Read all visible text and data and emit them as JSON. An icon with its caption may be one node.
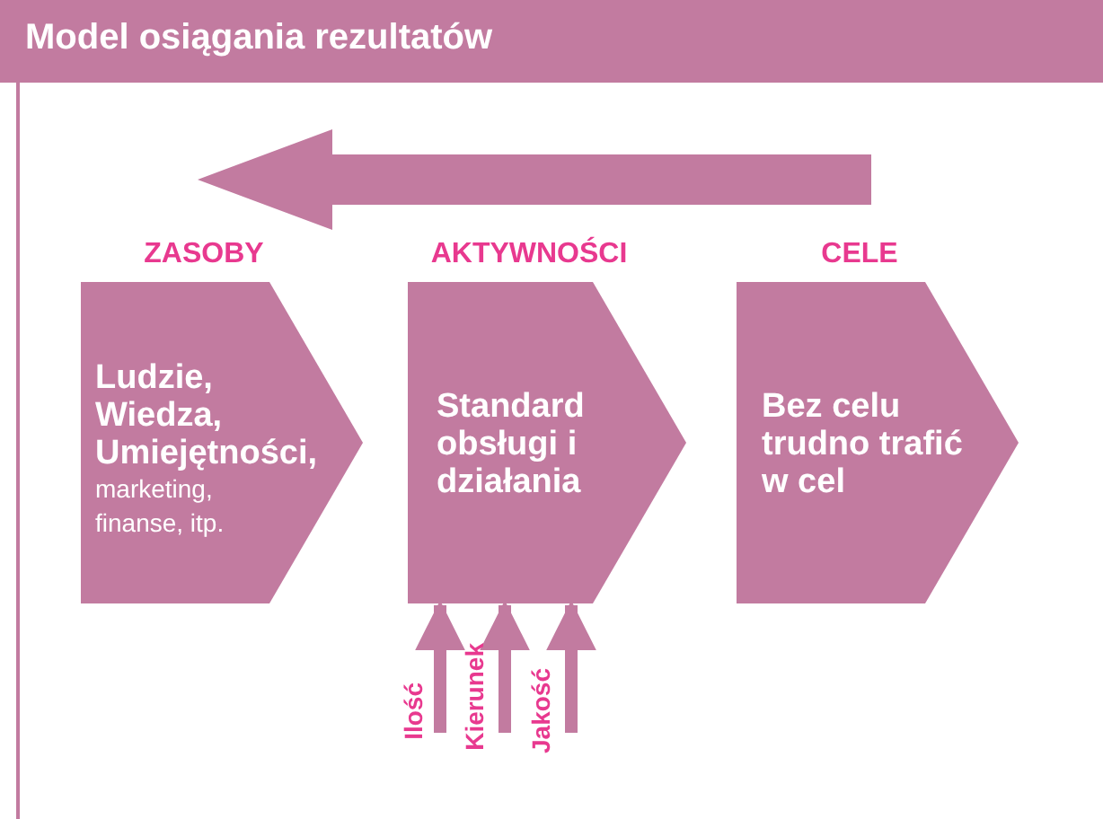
{
  "diagram": {
    "title": "Model osiągania rezultatów",
    "nodes": [
      {
        "text": [
          "ZASOBY",
          "Ludzie, Wiedza, Umiejętności,",
          "marketing, finanse, itp."
        ]
      },
      {
        "text": [
          "AKTYWNOŚCI",
          "Standard obsługi i działania"
        ]
      },
      {
        "text": [
          "CELE",
          "Bez celu trudno trafić w cel"
        ]
      }
    ],
    "edges": [
      {
        "from": null,
        "to": 1,
        "arrow": "to",
        "label": "Ilość"
      },
      {
        "from": null,
        "to": 1,
        "arrow": "to",
        "label": "Kierunek"
      },
      {
        "from": null,
        "to": 1,
        "arrow": "to",
        "label": "Jakość"
      }
    ]
  }
}
